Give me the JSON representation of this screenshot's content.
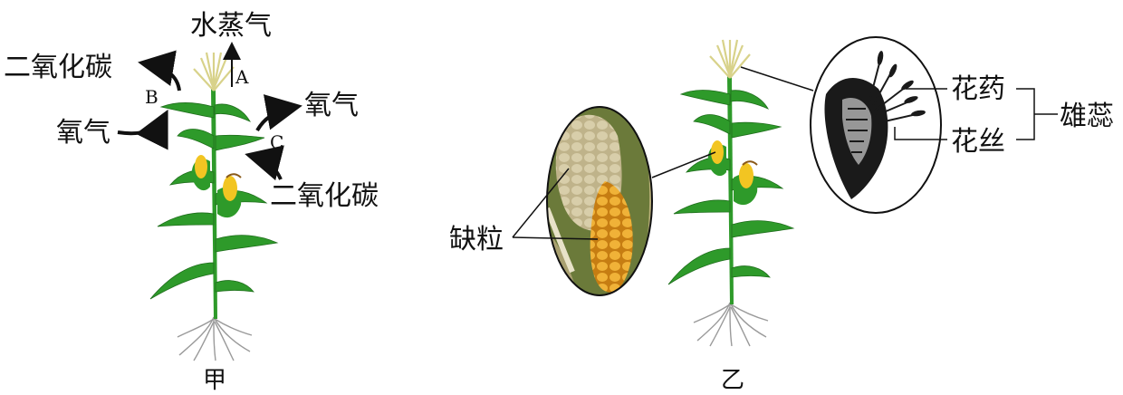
{
  "panel_a": {
    "caption": "甲",
    "labels": {
      "water_vapor": "水蒸气",
      "co2_out": "二氧化碳",
      "o2_in": "氧气",
      "o2_out": "氧气",
      "co2_in": "二氧化碳"
    },
    "letters": {
      "a": "A",
      "b": "B",
      "c": "C"
    }
  },
  "panel_b": {
    "caption": "乙",
    "labels": {
      "missing_kernels": "缺粒",
      "anther": "花药",
      "filament": "花丝",
      "stamen": "雄蕊"
    }
  },
  "colors": {
    "leaf": "#2e9a2a",
    "leaf_dark": "#1f6e1c",
    "tassel": "#d8d28a",
    "ear": "#f2c522",
    "root": "#9a9a9a",
    "kernel_light": "#cfc4a0",
    "kernel_yellow": "#e9a22a"
  }
}
